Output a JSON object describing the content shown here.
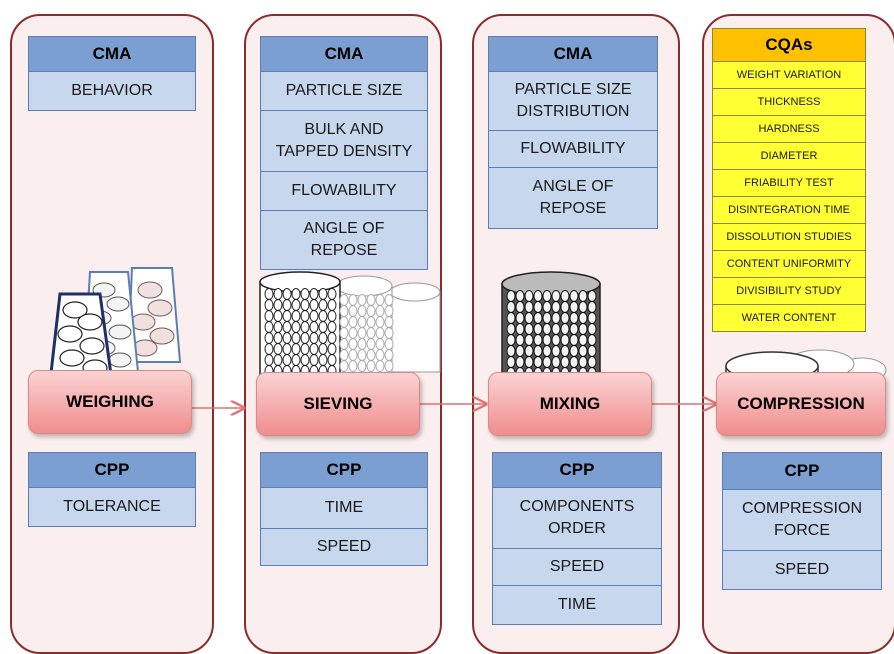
{
  "columns": [
    {
      "cma_header": "CMA",
      "cma_items": [
        "BEHAVIOR"
      ],
      "stage": "WEIGHING",
      "cpp_header": "CPP",
      "cpp_items": [
        "TOLERANCE"
      ]
    },
    {
      "cma_header": "CMA",
      "cma_items": [
        "PARTICLE SIZE",
        "BULK AND\nTAPPED DENSITY",
        "FLOWABILITY",
        "ANGLE OF\nREPOSE"
      ],
      "stage": "SIEVING",
      "cpp_header": "CPP",
      "cpp_items": [
        "TIME",
        "SPEED"
      ]
    },
    {
      "cma_header": "CMA",
      "cma_items": [
        "PARTICLE SIZE\nDISTRIBUTION",
        "FLOWABILITY",
        "ANGLE OF\nREPOSE"
      ],
      "stage": "MIXING",
      "cpp_header": "CPP",
      "cpp_items": [
        "COMPONENTS\nORDER",
        "SPEED",
        "TIME"
      ]
    },
    {
      "stage": "COMPRESSION",
      "cpp_header": "CPP",
      "cpp_items": [
        "COMPRESSION\nFORCE",
        "SPEED"
      ]
    }
  ],
  "cqas": {
    "header": "CQAs",
    "items": [
      "WEIGHT VARIATION",
      "THICKNESS",
      "HARDNESS",
      "DIAMETER",
      "FRIABILITY TEST",
      "DISINTEGRATION TIME",
      "DISSOLUTION STUDIES",
      "CONTENT UNIFORMITY",
      "DIVISIBILITY STUDY",
      "WATER CONTENT"
    ]
  },
  "colors": {
    "panel_border": "#8b2c2c",
    "panel_fill": "#fbeeee",
    "table_header": "#7b9fd0",
    "table_row": "#c7d7ee",
    "cqa_header": "#ffc000",
    "cqa_row": "#ffff33",
    "stage_fill": "#f6a9a9",
    "arrow": "#e07070"
  }
}
